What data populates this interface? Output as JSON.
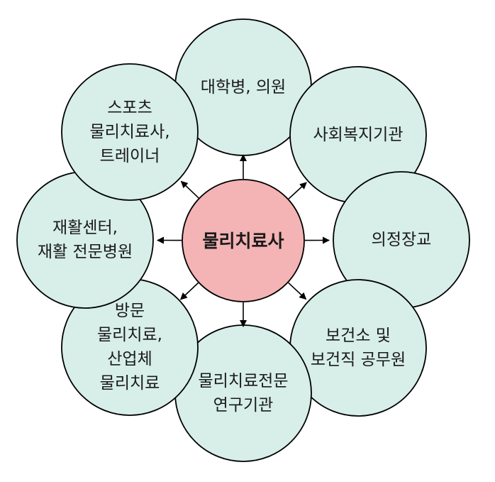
{
  "center": {
    "label": [
      "물리치료사"
    ]
  },
  "nodes": [
    {
      "id": "university-hospital",
      "label": [
        "대학병, 의원"
      ]
    },
    {
      "id": "social-welfare",
      "label": [
        "사회복지기관"
      ]
    },
    {
      "id": "military-officer",
      "label": [
        "의정장교"
      ]
    },
    {
      "id": "public-health",
      "label": [
        "보건소 및",
        "보건직 공무원"
      ]
    },
    {
      "id": "research",
      "label": [
        "물리치료전문",
        "연구기관"
      ]
    },
    {
      "id": "visiting-industrial",
      "label": [
        "방문",
        "물리치료,",
        "산업체",
        "물리치료"
      ]
    },
    {
      "id": "rehab-center",
      "label": [
        "재활센터,",
        "재활 전문병원"
      ]
    },
    {
      "id": "sports",
      "label": [
        "스포츠",
        "물리치료사,",
        "트레이너"
      ]
    }
  ]
}
